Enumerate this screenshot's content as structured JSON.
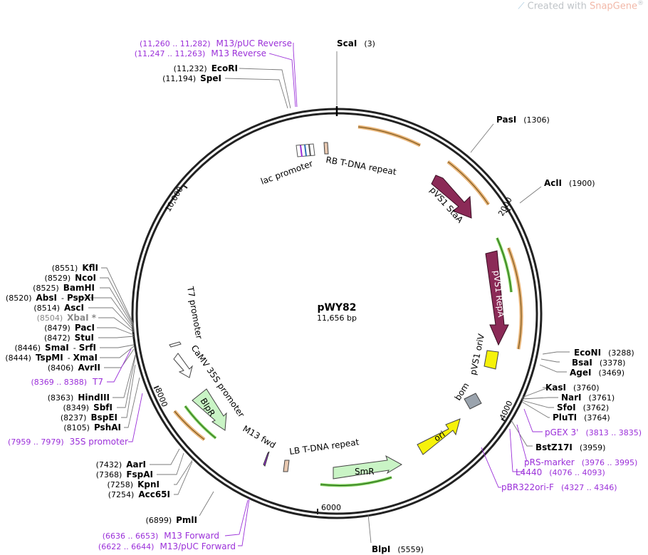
{
  "watermark": {
    "prefix": "Created with ",
    "brand": "SnapGene",
    "suffix": "®"
  },
  "plasmid": {
    "name": "pWY82",
    "length": "11,656 bp"
  },
  "colors": {
    "primer": "#9b30d9",
    "backbone": "#222222",
    "repeat": "#e8b478",
    "arrow_dark": "#8b2a57",
    "marker": "#c9f4c5",
    "ori": "#f6f20a",
    "bom": "#9aa3ad"
  },
  "ticks": {
    "t1": "2000",
    "t2": "4000",
    "t3": "6000",
    "t4": "8000",
    "t5": "10,000"
  },
  "features": {
    "rb_repeat": "RB T-DNA repeat",
    "lac_promoter": "lac promoter",
    "pvs1_stab": "pVS1 StaA",
    "pvs1_repa": "pVS1 RepA",
    "pvs1_oriv": "pVS1 oriV",
    "bom": "bom",
    "ori": "ori",
    "smr": "SmR",
    "lb_repeat": "LB T-DNA repeat",
    "m13_fwd": "M13 fwd",
    "blpr": "BlpR",
    "camv": "CaMV 35S promoter",
    "t7_promoter": "T7 promoter"
  },
  "sites": {
    "scai": {
      "name": "ScaI",
      "pos": "(3)"
    },
    "pasi": {
      "name": "PasI",
      "pos": "(1306)"
    },
    "acli": {
      "name": "AclI",
      "pos": "(1900)"
    },
    "econi": {
      "name": "EcoNI",
      "pos": "(3288)"
    },
    "bsai": {
      "name": "BsaI",
      "pos": "(3378)"
    },
    "agei": {
      "name": "AgeI",
      "pos": "(3469)"
    },
    "kasi": {
      "name": "KasI",
      "pos": "(3760)"
    },
    "nari": {
      "name": "NarI",
      "pos": "(3761)"
    },
    "sfoi": {
      "name": "SfoI",
      "pos": "(3762)"
    },
    "pluti": {
      "name": "PluTI",
      "pos": "(3764)"
    },
    "bstz17i": {
      "name": "BstZ17I",
      "pos": "(3959)"
    },
    "blpi": {
      "name": "BlpI",
      "pos": "(5559)"
    },
    "pmli": {
      "name": "PmlI",
      "pos": "(6899)"
    },
    "acc65i": {
      "name": "Acc65I",
      "pos": "(7254)"
    },
    "kpni": {
      "name": "KpnI",
      "pos": "(7258)"
    },
    "fspai": {
      "name": "FspAI",
      "pos": "(7368)"
    },
    "aari": {
      "name": "AarI",
      "pos": "(7432)"
    },
    "pshai": {
      "name": "PshAI",
      "pos": "(8105)"
    },
    "bspei": {
      "name": "BspEI",
      "pos": "(8237)"
    },
    "sbfi": {
      "name": "SbfI",
      "pos": "(8349)"
    },
    "hindiii": {
      "name": "HindIII",
      "pos": "(8363)"
    },
    "avrii": {
      "name": "AvrII",
      "pos": "(8406)"
    },
    "tspmi": {
      "name": "TspMI",
      "sep": "-",
      "name2": "XmaI",
      "pos": "(8444)"
    },
    "smai": {
      "name": "SmaI",
      "sep": "-",
      "name2": "SrfI",
      "pos": "(8446)"
    },
    "stui": {
      "name": "StuI",
      "pos": "(8472)"
    },
    "paci": {
      "name": "PacI",
      "pos": "(8479)"
    },
    "xbai": {
      "name": "XbaI *",
      "pos": "(8504)"
    },
    "asci": {
      "name": "AscI",
      "pos": "(8514)"
    },
    "absi": {
      "name": "AbsI",
      "sep": "-",
      "name2": "PspXI",
      "pos": "(8520)"
    },
    "bamhi": {
      "name": "BamHI",
      "pos": "(8525)"
    },
    "ncoi": {
      "name": "NcoI",
      "pos": "(8529)"
    },
    "kfli": {
      "name": "KflI",
      "pos": "(8551)"
    },
    "spei": {
      "name": "SpeI",
      "pos": "(11,194)"
    },
    "ecori": {
      "name": "EcoRI",
      "pos": "(11,232)"
    }
  },
  "primers": {
    "m13puc_rev": {
      "range": "(11,260 .. 11,282)",
      "name": "M13/pUC Reverse"
    },
    "m13_rev": {
      "range": "(11,247 .. 11,263)",
      "name": "M13 Reverse"
    },
    "pgex3": {
      "name": "pGEX 3'",
      "range": "(3813 .. 3835)"
    },
    "prs": {
      "name": "pRS-marker",
      "range": "(3976 .. 3995)"
    },
    "l4440": {
      "name": "L4440",
      "range": "(4076 .. 4093)"
    },
    "pbr322": {
      "name": "pBR322ori-F",
      "range": "(4327 .. 4346)"
    },
    "m13_fwd_p": {
      "range": "(6636 .. 6653)",
      "name": "M13 Forward"
    },
    "m13puc_fwd": {
      "range": "(6622 .. 6644)",
      "name": "M13/pUC Forward"
    },
    "p35s": {
      "range": "(7959 .. 7979)",
      "name": "35S promoter"
    },
    "t7": {
      "range": "(8369 .. 8388)",
      "name": "T7"
    }
  }
}
